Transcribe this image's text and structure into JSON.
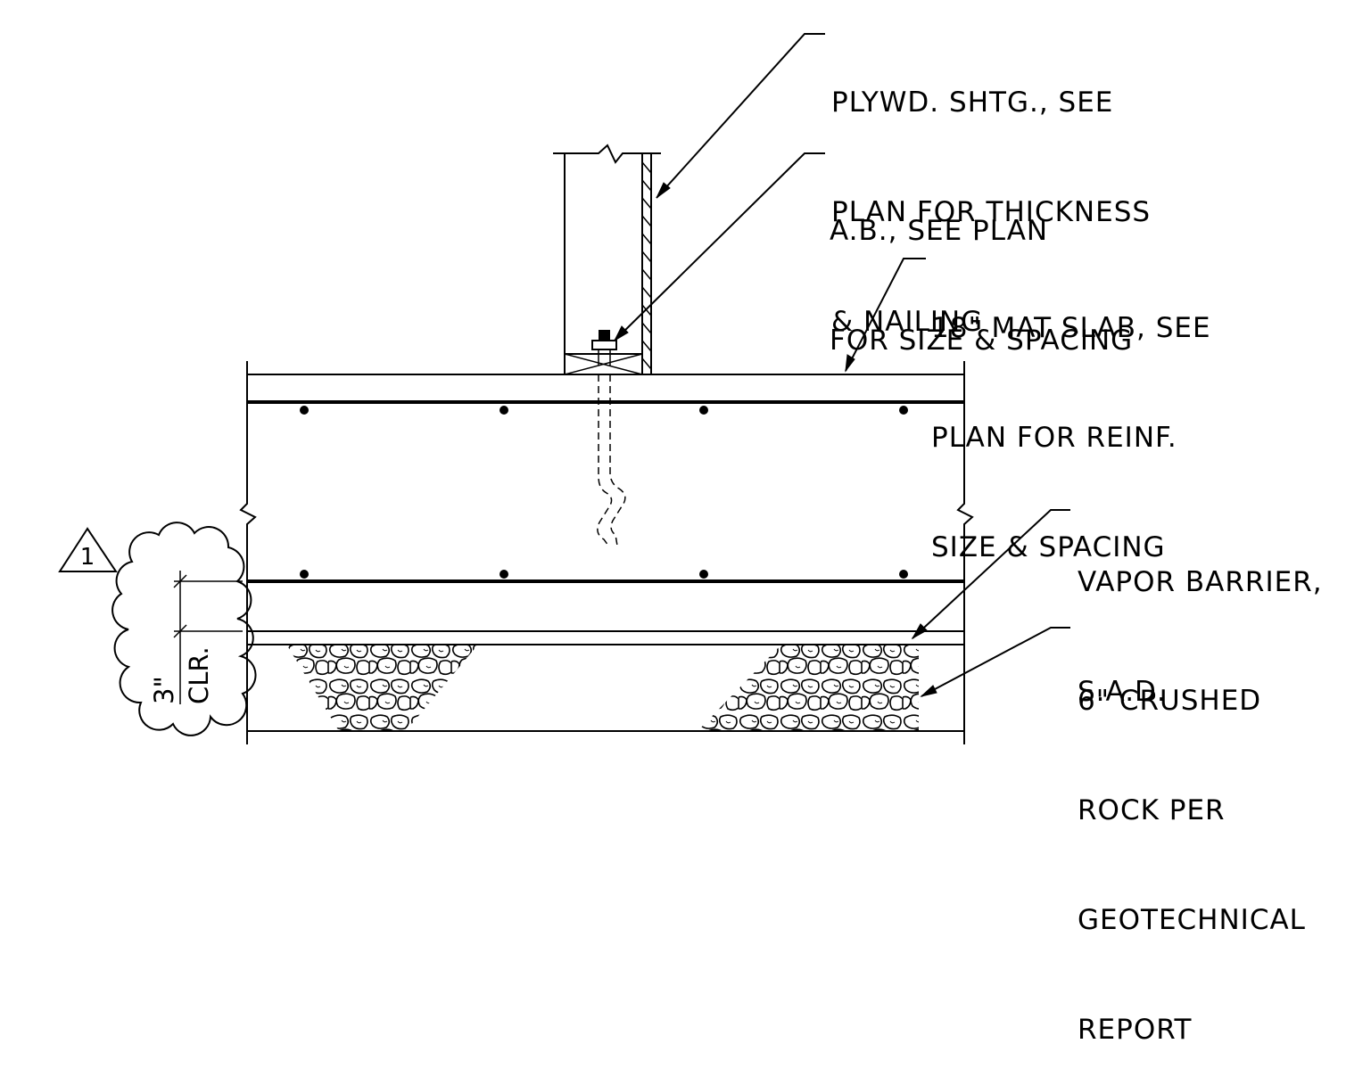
{
  "notes": {
    "sheathing": {
      "lines": [
        "PLYWD. SHTG., SEE",
        "PLAN FOR THICKNESS",
        "& NAILING"
      ]
    },
    "anchor_bolt": {
      "lines": [
        "A.B., SEE PLAN",
        "FOR SIZE & SPACING"
      ]
    },
    "mat_slab": {
      "lines": [
        "18\" MAT SLAB, SEE",
        "PLAN FOR REINF.",
        "SIZE & SPACING"
      ]
    },
    "vapor_barrier": {
      "lines": [
        "VAPOR BARRIER,",
        "S.A.D."
      ]
    },
    "crushed_rock": {
      "lines": [
        "6\" CRUSHED",
        "ROCK PER",
        "GEOTECHNICAL",
        "REPORT"
      ]
    }
  },
  "revision": {
    "number": "1"
  },
  "dimension": {
    "value": "3\"",
    "label": "CLR."
  }
}
